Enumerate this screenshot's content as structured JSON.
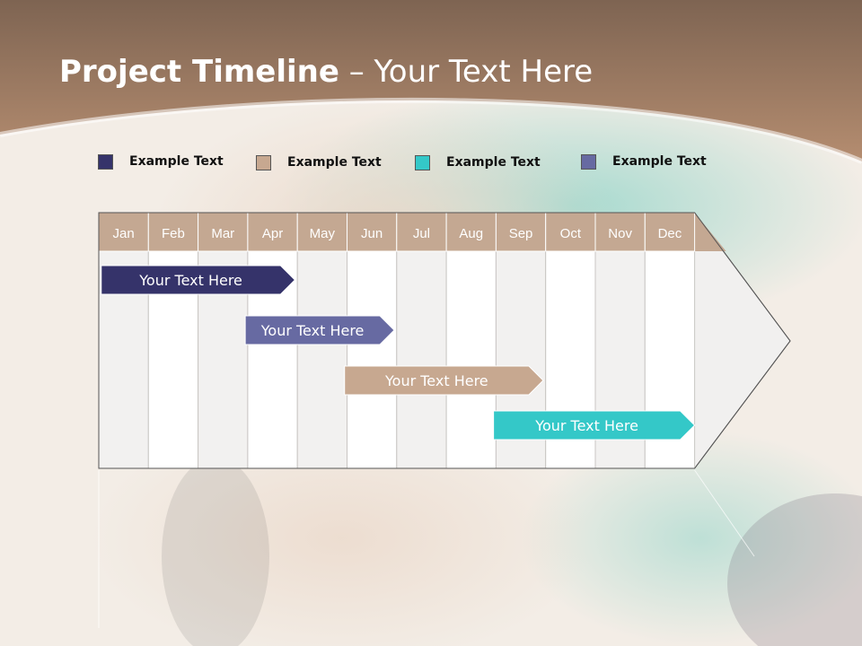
{
  "slide": {
    "title_bold": "Project Timeline",
    "title_rest": " – Your Text Here"
  },
  "legend": [
    {
      "label": "Example Text",
      "color": "#35336a"
    },
    {
      "label": "Example Text",
      "color": "#c7a890"
    },
    {
      "label": "Example Text",
      "color": "#34c8c8"
    },
    {
      "label": "Example Text",
      "color": "#676aa2"
    }
  ],
  "timeline": {
    "months": [
      "Jan",
      "Feb",
      "Mar",
      "Apr",
      "May",
      "Jun",
      "Jul",
      "Aug",
      "Sep",
      "Oct",
      "Nov",
      "Dec"
    ],
    "header_color": "#c4a892",
    "tasks": [
      {
        "label": "Your  Text Here",
        "start_month": 0.05,
        "end_month": 3.95,
        "color": "#35336a"
      },
      {
        "label": "Your  Text Here",
        "start_month": 2.95,
        "end_month": 5.95,
        "color": "#676aa2"
      },
      {
        "label": "Your  Text Here",
        "start_month": 4.95,
        "end_month": 8.95,
        "color": "#c7a890"
      },
      {
        "label": "Your  Text Here",
        "start_month": 7.95,
        "end_month": 12.0,
        "color": "#34c8c8"
      }
    ]
  }
}
